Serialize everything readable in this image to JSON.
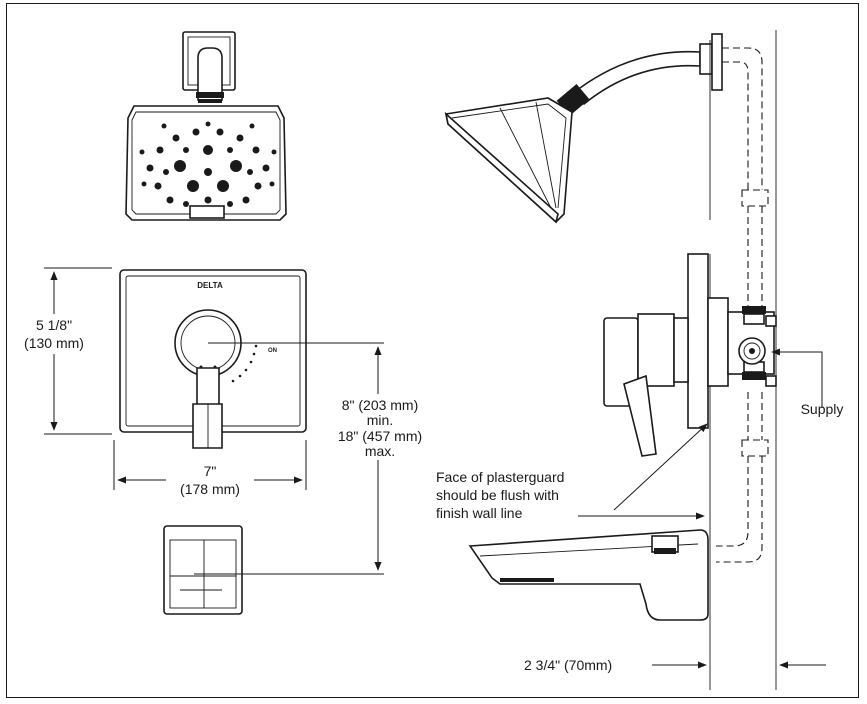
{
  "labels": {
    "brand": "DELTA",
    "on_mark": "ON",
    "valve_height": "5 1/8\"",
    "valve_height_mm": "(130 mm)",
    "valve_width": "7\"",
    "valve_width_mm": "(178 mm)",
    "spout_min": "8\" (203 mm)",
    "spout_min_word": "min.",
    "spout_max": "18\" (457 mm)",
    "spout_max_word": "max.",
    "supply": "Supply",
    "plaster_line1": "Face of plasterguard",
    "plaster_line2": "should be flush with",
    "plaster_line3": "finish wall line",
    "wall_depth": "2 3/4\" (70mm)"
  },
  "colors": {
    "ink": "#1a1a1a",
    "background": "#ffffff"
  }
}
